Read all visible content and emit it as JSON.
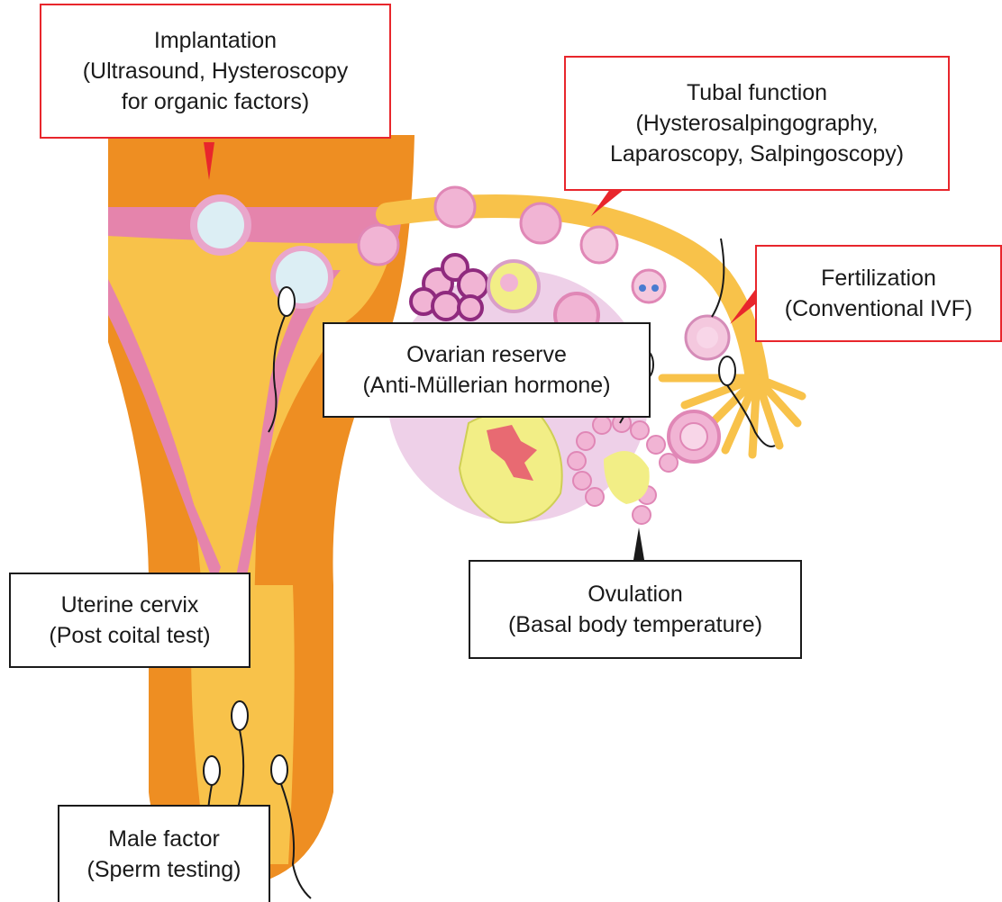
{
  "colors": {
    "uterus_outer": "#ee8e22",
    "uterus_inner": "#f8c24a",
    "endometrium_pink": "#e584ac",
    "tube": "#f8c24a",
    "ovary": "#eed0e8",
    "corpus_luteum": "#f2ee86",
    "cell_pink": "#f1b4d4",
    "cell_outline": "#8f2a7e",
    "blastocyst_fill": "#dceef4",
    "red_callout": "#e8262c",
    "black_callout": "#1a1a1a"
  },
  "labels": {
    "implantation": {
      "title": "Implantation",
      "line2": "(Ultrasound, Hysteroscopy",
      "line3": "for organic factors)"
    },
    "tubal_function": {
      "title": "Tubal function",
      "line2": "(Hysterosalpingography,",
      "line3": "Laparoscopy, Salpingoscopy)"
    },
    "fertilization": {
      "title": "Fertilization",
      "line2": "(Conventional IVF)"
    },
    "ovarian_reserve": {
      "title": "Ovarian reserve",
      "line2": "(Anti-Müllerian hormone)"
    },
    "ovulation": {
      "title": "Ovulation",
      "line2": "(Basal body temperature)"
    },
    "uterine_cervix": {
      "title": "Uterine cervix",
      "line2": "(Post coital test)"
    },
    "male_factor": {
      "title": "Male factor",
      "line2": "(Sperm testing)"
    }
  }
}
